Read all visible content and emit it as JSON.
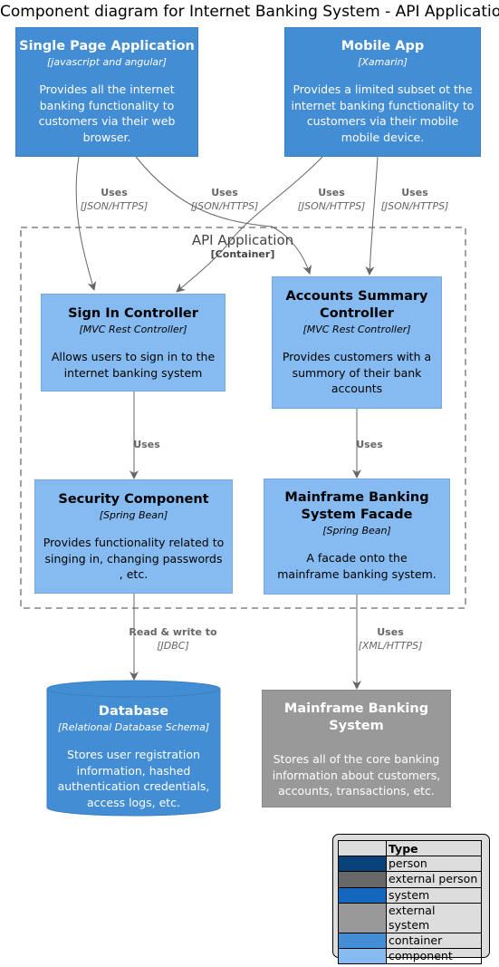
{
  "title": "Component diagram for Internet Banking System - API Application",
  "boundary": {
    "name": "API Application",
    "stereotype": "[Container]"
  },
  "elements": {
    "spa": {
      "name": "Single Page Application",
      "tech": "[javascript and angular]",
      "desc": "Provides all the internet banking functionality to customers via their web browser."
    },
    "mobile": {
      "name": "Mobile App",
      "tech": "[Xamarin]",
      "desc": "Provides a limited subset ot the internet banking functionality to customers via their mobile mobile device."
    },
    "signin": {
      "name": "Sign In Controller",
      "tech": "[MVC Rest Controller]",
      "desc": "Allows users to sign in to the internet banking system"
    },
    "accounts": {
      "name": "Accounts Summary Controller",
      "tech": "[MVC Rest Controller]",
      "desc": "Provides customers with a summory of their bank accounts"
    },
    "security": {
      "name": "Security Component",
      "tech": "[Spring Bean]",
      "desc": "Provides functionality related to singing in, changing passwords , etc."
    },
    "facade": {
      "name": "Mainframe Banking System Facade",
      "tech": "[Spring Bean]",
      "desc": "A facade onto the mainframe banking system."
    },
    "database": {
      "name": "Database",
      "tech": "[Relational Database Schema]",
      "desc": "Stores user registration information, hashed authentication credentials, access logs, etc."
    },
    "mainframe": {
      "name": "Mainframe Banking System",
      "desc": "Stores all of the core banking information about customers, accounts, transactions, etc."
    }
  },
  "relations": [
    {
      "verb": "Uses",
      "proto": "[JSON/HTTPS]"
    },
    {
      "verb": "Uses",
      "proto": "[JSON/HTTPS]"
    },
    {
      "verb": "Uses",
      "proto": "[JSON/HTTPS]"
    },
    {
      "verb": "Uses",
      "proto": "[JSON/HTTPS]"
    },
    {
      "verb": "Uses",
      "proto": ""
    },
    {
      "verb": "Uses",
      "proto": ""
    },
    {
      "verb": "Read & write to",
      "proto": "[JDBC]"
    },
    {
      "verb": "Uses",
      "proto": "[XML/HTTPS]"
    }
  ],
  "legend": {
    "header": "Type",
    "rows": [
      {
        "label": "person",
        "color": "#08427B"
      },
      {
        "label": "external person",
        "color": "#686868"
      },
      {
        "label": "system",
        "color": "#1168BD"
      },
      {
        "label": "external system",
        "color": "#999999"
      },
      {
        "label": "container",
        "color": "#438DD5"
      },
      {
        "label": "component",
        "color": "#85BBF0"
      }
    ]
  }
}
